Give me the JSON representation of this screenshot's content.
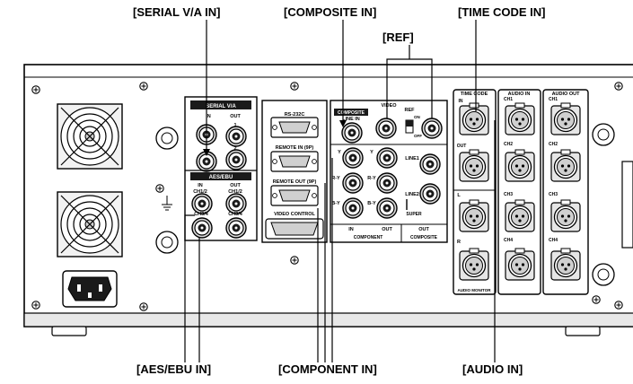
{
  "callouts": {
    "serial_va_in": "[SERIAL V/A IN]",
    "composite_in": "[COMPOSITE IN]",
    "time_code_in": "[TIME CODE IN]",
    "ref": "[REF]",
    "aes_ebu_in": "[AES/EBU IN]",
    "component_in": "[COMPONENT IN]",
    "audio_in": "[AUDIO IN]"
  },
  "panel": {
    "serial_va": "SERIAL V/A",
    "out": "OUT",
    "aes_ebu": "AES/EBU",
    "in": "IN",
    "ch12": "CH1/2",
    "ch34": "CH3/4",
    "rs232c": "RS-232C",
    "remote_in": "REMOTE IN (9P)",
    "remote_out": "REMOTE OUT (9P)",
    "video_control": "VIDEO CONTROL",
    "video": "VIDEO",
    "composite": "COMPOSITE",
    "line_in": "LINE IN",
    "ref": "REF",
    "on": "ON",
    "off": "OFF",
    "y": "Y",
    "ry": "R-Y",
    "by": "B-Y",
    "line1": "LINE1",
    "line2": "LINE2",
    "super": "SUPER",
    "component": "COMPONENT",
    "time_code": "TIME CODE",
    "audio_in": "AUDIO IN",
    "audio_out": "AUDIO OUT",
    "ch1": "CH1",
    "ch2": "CH2",
    "ch3": "CH3",
    "ch4": "CH4",
    "l": "L",
    "r": "R",
    "audio_monitor": "AUDIO MONITOR",
    "num1": "1",
    "num2": "2"
  },
  "colors": {
    "ink": "#000000",
    "panel": "#ffffff",
    "shade": "#d9d9d9",
    "dark": "#1a1a1a"
  }
}
